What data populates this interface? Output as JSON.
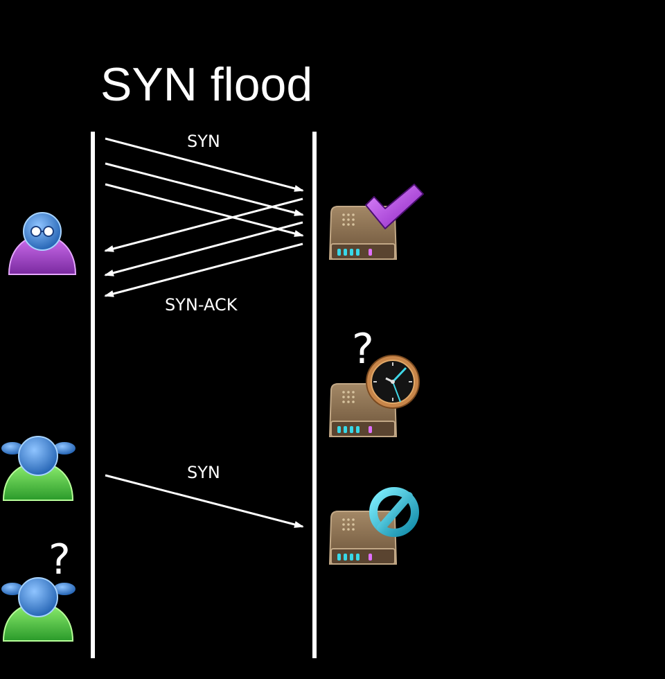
{
  "diagram": {
    "title": "SYN flood",
    "labels": {
      "syn_top": "SYN",
      "syn_ack": "SYN-ACK",
      "syn_bottom": "SYN"
    },
    "question_mark": "?",
    "actors": [
      {
        "role": "attacker",
        "icon": "attacker-user-icon"
      },
      {
        "role": "legitimate-user",
        "icon": "user-icon"
      },
      {
        "role": "waiting-user",
        "icon": "user-icon"
      }
    ],
    "server_states": [
      {
        "state": "accepting",
        "icon": "checkmark-icon"
      },
      {
        "state": "waiting",
        "icon": "clock-icon"
      },
      {
        "state": "refusing",
        "icon": "prohibited-icon"
      }
    ],
    "colors": {
      "background": "#000000",
      "lines": "#ffffff",
      "attacker_body": "#a040c0",
      "user_body": "#40b040",
      "head": "#3a7fd0",
      "server": "#8a7055",
      "check": "#b040e0",
      "prohibit": "#25c8e0"
    }
  }
}
